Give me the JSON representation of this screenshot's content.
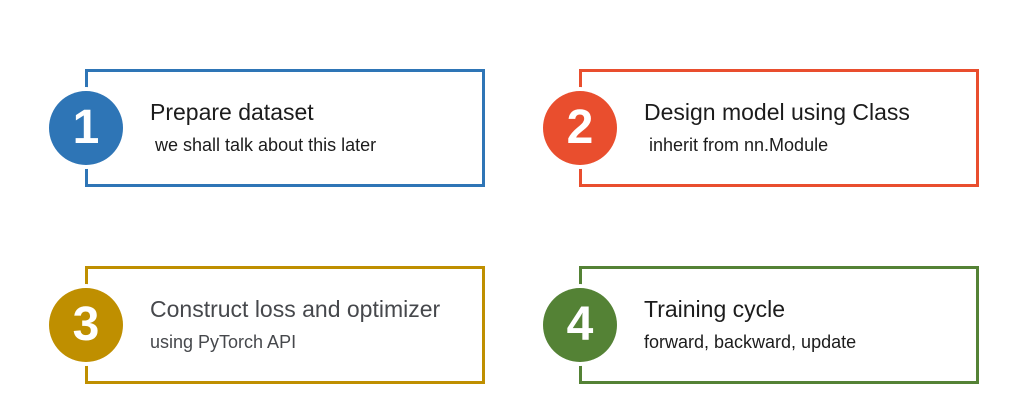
{
  "canvas": {
    "background": "#ffffff"
  },
  "steps": [
    {
      "number": "1",
      "title": "Prepare dataset",
      "subtitle": "we shall talk about this later",
      "accent_color": "#2E75B6",
      "title_color": "#1c1c1c",
      "subtitle_color": "#1c1c1c"
    },
    {
      "number": "2",
      "title": "Design model using Class",
      "subtitle": "inherit from nn.Module",
      "accent_color": "#E94E2E",
      "title_color": "#1c1c1c",
      "subtitle_color": "#1c1c1c"
    },
    {
      "number": "3",
      "title": "Construct loss and optimizer",
      "subtitle": "using PyTorch API",
      "accent_color": "#BF8F00",
      "title_color": "#46484C",
      "subtitle_color": "#46484C"
    },
    {
      "number": "4",
      "title": "Training cycle",
      "subtitle": "forward, backward, update",
      "accent_color": "#548235",
      "title_color": "#1c1c1c",
      "subtitle_color": "#1c1c1c"
    }
  ]
}
